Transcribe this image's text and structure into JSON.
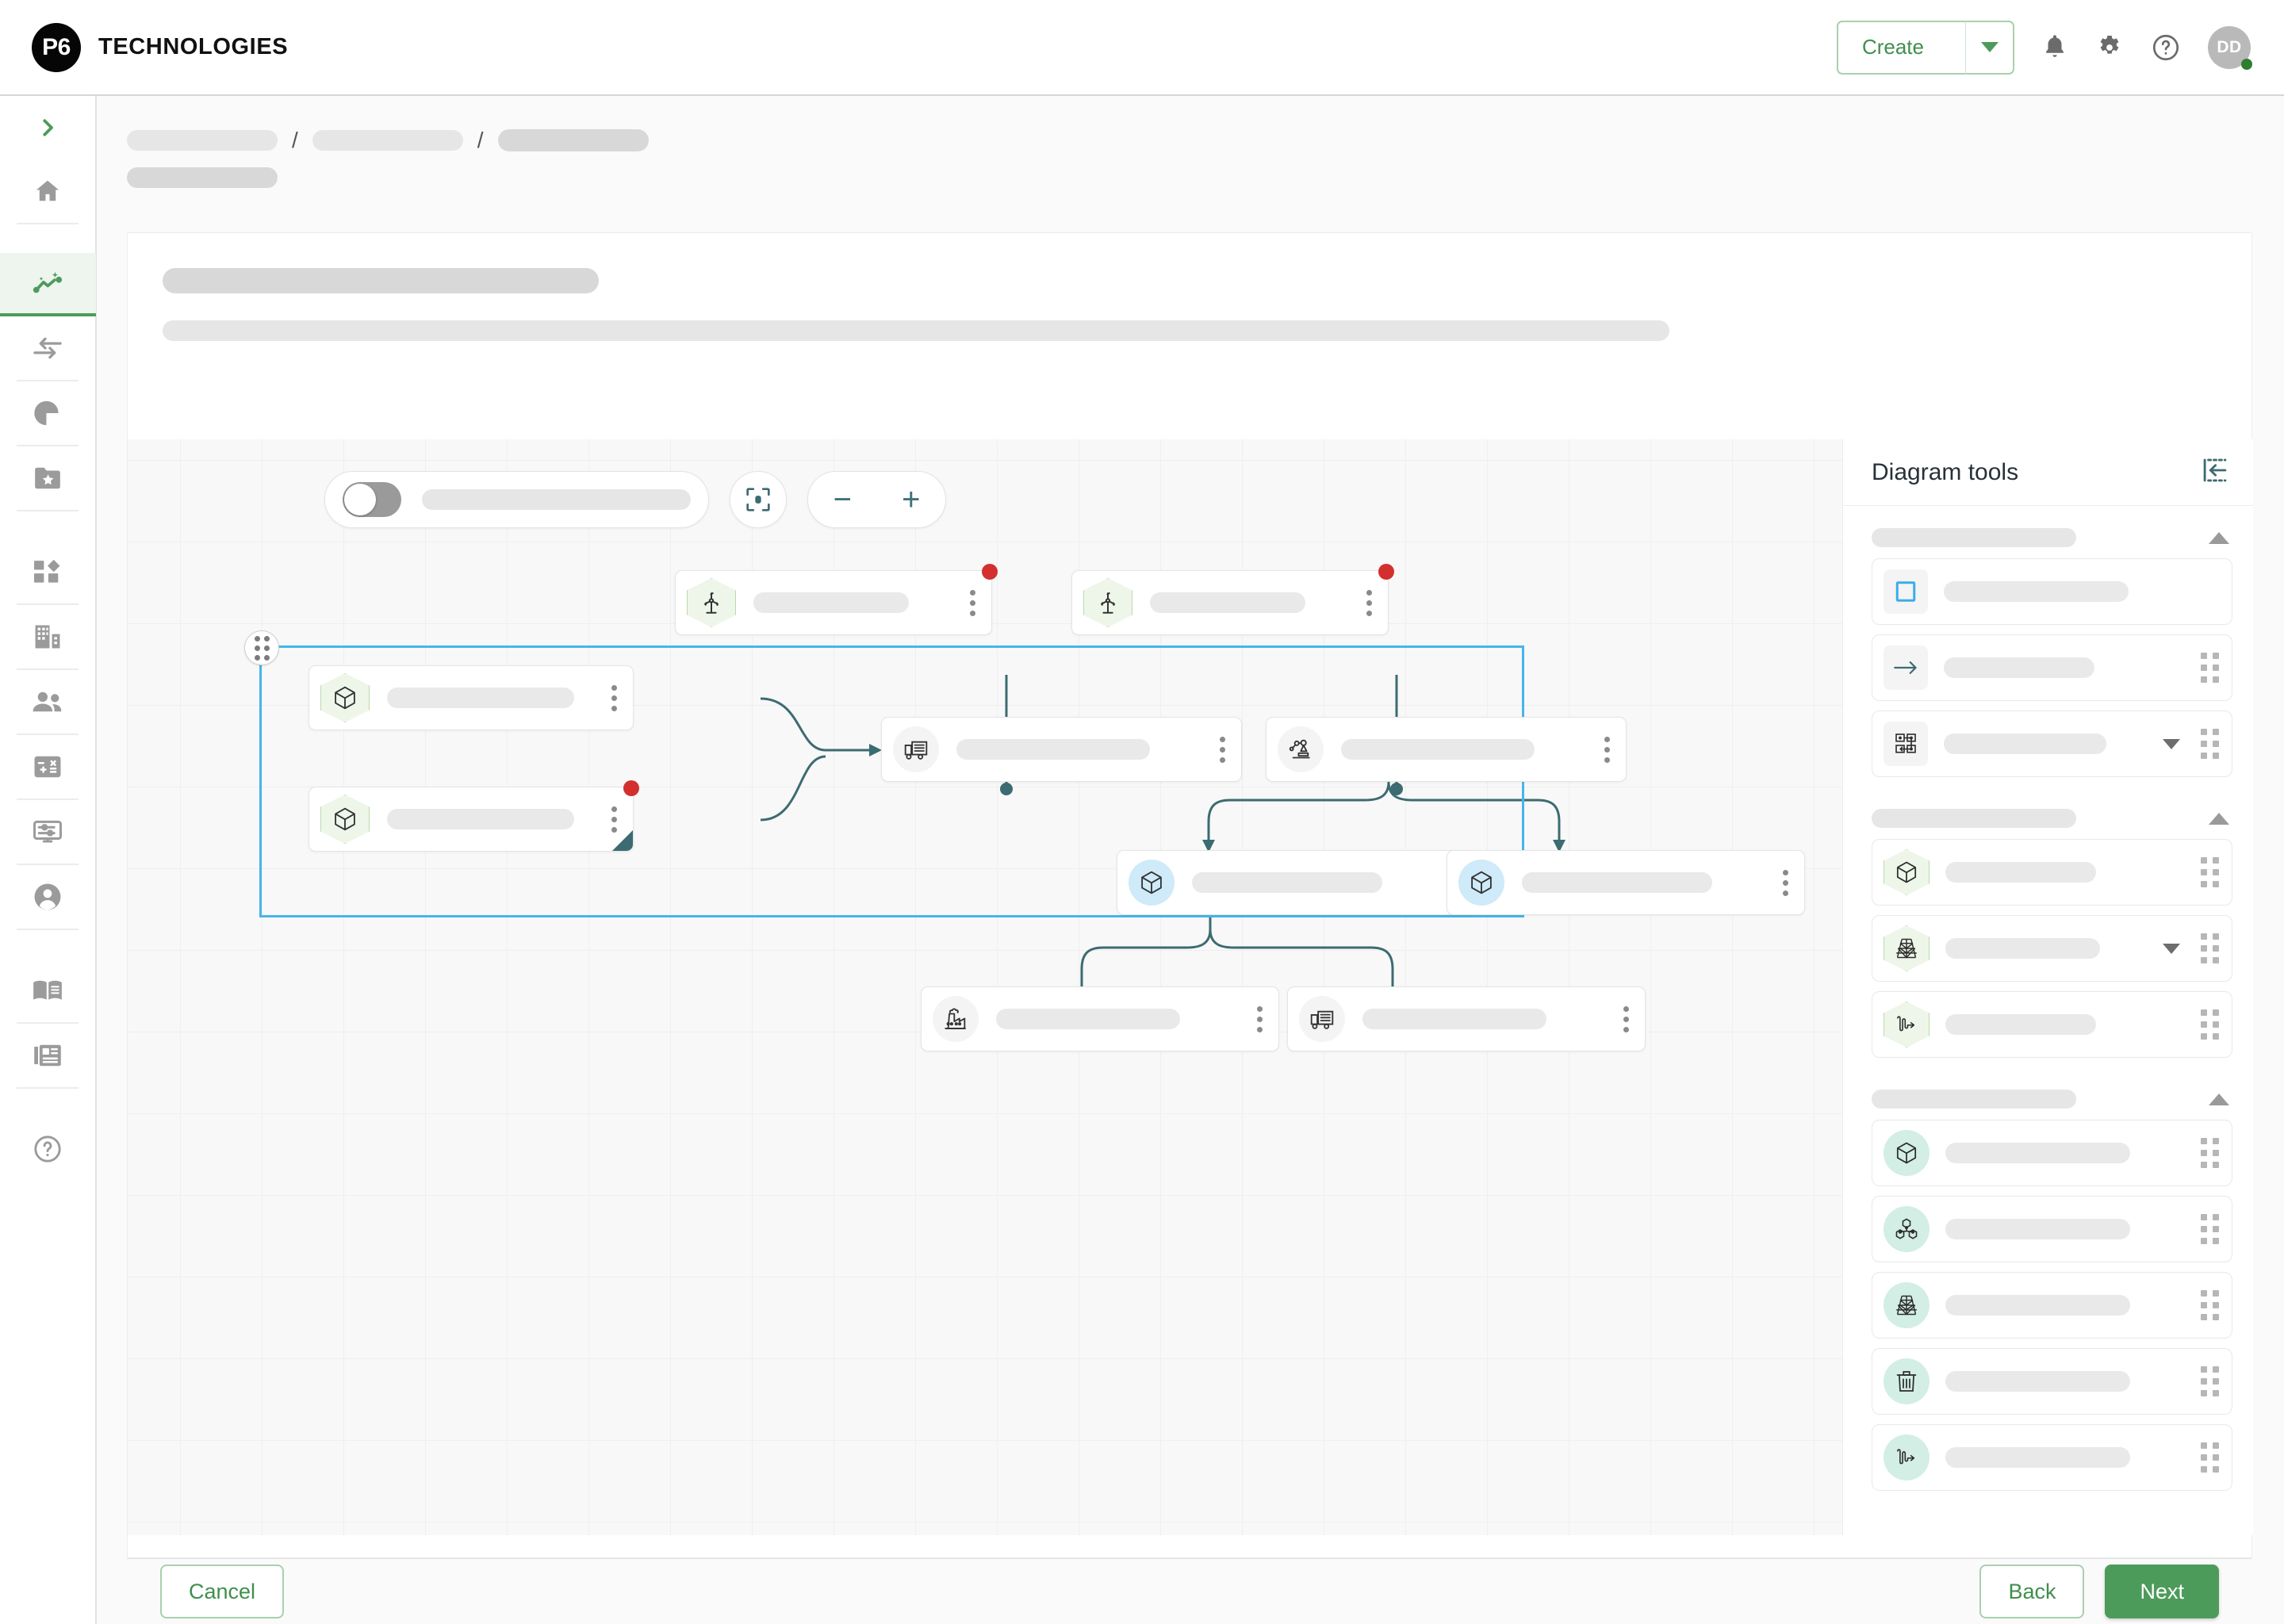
{
  "topbar": {
    "brand_mark": "P6",
    "brand_name": "TECHNOLOGIES",
    "create_label": "Create",
    "create_caret_icon": "chevron-down-icon",
    "icons": [
      "bell-icon",
      "gear-icon",
      "help-circle-icon"
    ],
    "avatar_initials": "DD"
  },
  "rail": {
    "items": [
      {
        "icon": "chevron-right-expand-icon",
        "active": false
      },
      {
        "icon": "home-icon",
        "active": false
      },
      {
        "icon": "insights-trend-icon",
        "active": true
      },
      {
        "icon": "transfer-arrows-icon",
        "active": false
      },
      {
        "icon": "pie-chart-icon",
        "active": false
      },
      {
        "icon": "folder-star-icon",
        "active": false
      },
      {
        "icon": "apps-grid-icon",
        "active": false
      },
      {
        "icon": "building-icon",
        "active": false
      },
      {
        "icon": "people-icon",
        "active": false
      },
      {
        "icon": "calculator-icon",
        "active": false
      },
      {
        "icon": "monitor-settings-icon",
        "active": false
      },
      {
        "icon": "account-circle-icon",
        "active": false
      },
      {
        "icon": "book-icon",
        "active": false
      },
      {
        "icon": "articles-icon",
        "active": false
      },
      {
        "icon": "help-circle-icon",
        "active": false
      }
    ]
  },
  "breadcrumb": {
    "separator": "/",
    "item_widths": [
      190,
      190,
      190
    ],
    "sub_width": 190
  },
  "canvas": {
    "toolbar": {
      "toggle_state": "off",
      "toggle_label_placeholder": "",
      "fit_icon": "fit-to-screen-icon",
      "zoom_out_label": "−",
      "zoom_in_label": "+"
    },
    "nodes": [
      {
        "id": "n1",
        "icon": "wind-turbine-icon",
        "badge": "hex-green",
        "error": true
      },
      {
        "id": "n2",
        "icon": "wind-turbine-icon",
        "badge": "hex-green",
        "error": true
      },
      {
        "id": "n3",
        "icon": "cube-icon",
        "badge": "hex-green",
        "error": false
      },
      {
        "id": "n4",
        "icon": "cube-icon",
        "badge": "hex-green",
        "error": true,
        "fold": true
      },
      {
        "id": "n5",
        "icon": "truck-icon",
        "badge": "circle-gray",
        "error": false
      },
      {
        "id": "n6",
        "icon": "robot-arm-icon",
        "badge": "circle-gray",
        "error": false
      },
      {
        "id": "n7",
        "icon": "cube-icon",
        "badge": "circle-blue",
        "error": false
      },
      {
        "id": "n8",
        "icon": "cube-icon",
        "badge": "circle-blue",
        "error": false
      },
      {
        "id": "n9",
        "icon": "factory-icon",
        "badge": "circle-gray",
        "error": false
      },
      {
        "id": "n10",
        "icon": "truck-icon",
        "badge": "circle-gray",
        "error": false
      }
    ],
    "group": {
      "handle_icon": "drag-handle-icon",
      "accent": "#45b6ea"
    }
  },
  "tools_panel": {
    "title": "Diagram tools",
    "collapse_icon": "collapse-panel-left-icon",
    "groups": [
      {
        "collapse_icon": "chevron-up-icon",
        "rows": [
          {
            "icon": "select-rectangle-icon",
            "tile": "plain-square",
            "caret": false,
            "grip": false
          },
          {
            "icon": "arrow-right-icon",
            "tile": "plain-square",
            "caret": false,
            "grip": true
          },
          {
            "icon": "route-grid-icon",
            "tile": "plain-square",
            "caret": true,
            "grip": true
          }
        ]
      },
      {
        "collapse_icon": "chevron-up-icon",
        "rows": [
          {
            "icon": "cube-icon",
            "tile": "hex-green",
            "caret": false,
            "grip": true
          },
          {
            "icon": "transmission-tower-icon",
            "tile": "hex-green",
            "caret": true,
            "grip": true
          },
          {
            "icon": "wavy-arrow-icon",
            "tile": "hex-green",
            "caret": false,
            "grip": true
          }
        ]
      },
      {
        "collapse_icon": "chevron-up-icon",
        "rows": [
          {
            "icon": "cube-icon",
            "tile": "circle-mint",
            "caret": false,
            "grip": true
          },
          {
            "icon": "hex-cluster-icon",
            "tile": "circle-mint",
            "caret": false,
            "grip": true
          },
          {
            "icon": "transmission-tower-icon",
            "tile": "circle-mint",
            "caret": false,
            "grip": true
          },
          {
            "icon": "trash-icon",
            "tile": "circle-mint",
            "caret": false,
            "grip": true
          },
          {
            "icon": "wavy-arrow-icon",
            "tile": "circle-mint",
            "caret": false,
            "grip": true
          }
        ]
      }
    ]
  },
  "footer": {
    "cancel_label": "Cancel",
    "back_label": "Back",
    "next_label": "Next"
  },
  "colors": {
    "brand_green": "#4d9b5b",
    "selection_blue": "#45b6ea",
    "error_red": "#d32f2f",
    "connector_teal": "#3c6b71",
    "mint": "#d2eee5",
    "hex_green_fill": "#eef6e9"
  }
}
